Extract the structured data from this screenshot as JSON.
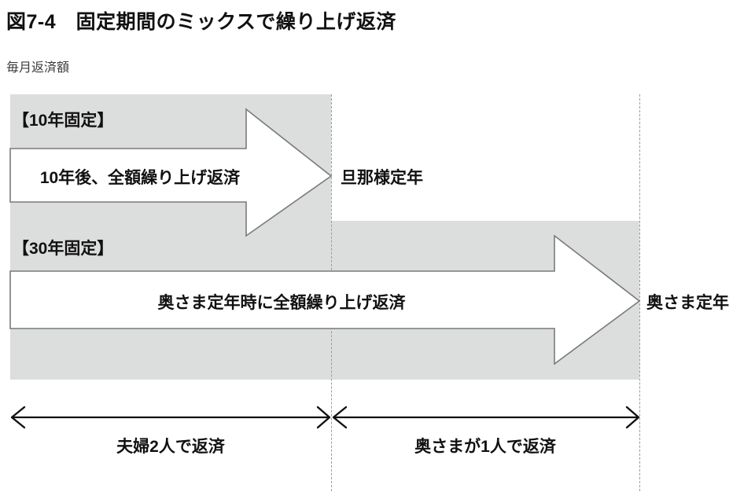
{
  "figure": {
    "title": "図7-4　固定期間のミックスで繰り上げ返済",
    "y_axis_caption": "毎月返済額"
  },
  "colors": {
    "panel_gray": "#dcdddd",
    "arrow_fill": "#ffffff",
    "arrow_stroke": "#7a7a7a",
    "guide_dash": "#9b9b9b",
    "text": "#111111",
    "caption_text": "#3c3c3c"
  },
  "bars": [
    {
      "tag": "【10年固定】",
      "arrow_text": "10年後、全額繰り上げ返済",
      "ends_at": "旦那様定年"
    },
    {
      "tag": "【30年固定】",
      "arrow_text": "奥さま定年時に全額繰り上げ返済",
      "ends_at": "奥さま定年"
    }
  ],
  "milestones": [
    {
      "name": "husband-retirement",
      "label": "旦那様定年"
    },
    {
      "name": "wife-retirement",
      "label": "奥さま定年"
    }
  ],
  "periods": [
    {
      "name": "couple",
      "label": "夫婦2人で返済"
    },
    {
      "name": "wife-only",
      "label": "奥さまが1人で返済"
    }
  ]
}
